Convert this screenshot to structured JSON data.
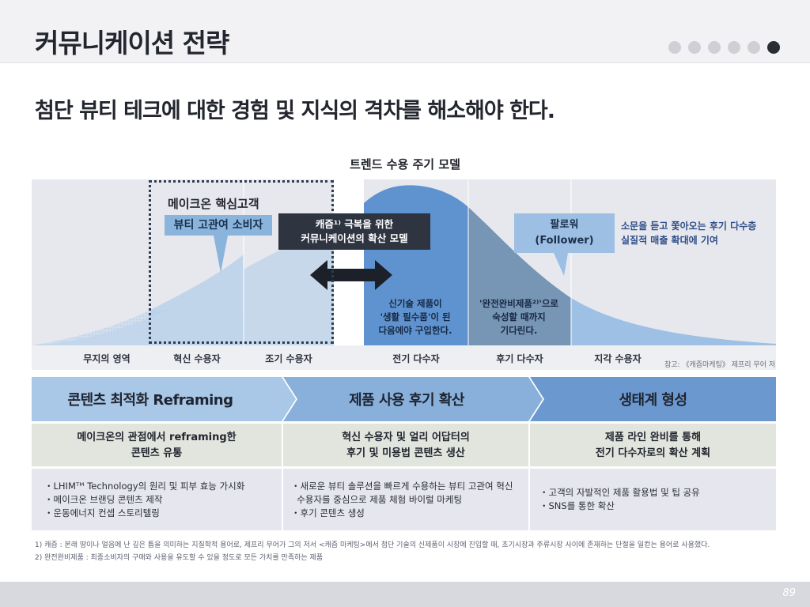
{
  "header": {
    "title": "커뮤니케이션 전략",
    "dots": [
      0,
      0,
      0,
      0,
      0,
      1
    ]
  },
  "subtitle": "첨단 뷰티 테크에 대한 경험 및 지식의 격차를 해소해야 한다.",
  "chart": {
    "title": "트렌드 수용 주기 모델",
    "categories": [
      "무지의 영역",
      "혁신 수용자",
      "조기 수용자",
      "전기 다수자",
      "후기 다수자",
      "지각 수용자"
    ],
    "source": "참고: 《캐즘마케팅》 제프리 무어 저",
    "core_title": "메이크온 핵심고객",
    "core_label": "뷰티 고관여 소비자",
    "chasm_line1": "캐즘¹⁾ 극복을 위한",
    "chasm_line2": "커뮤니케이션의 확산 모델",
    "follower_line1": "팔로워",
    "follower_line2": "(Follower)",
    "follower_note_line1": "소문을 듣고 쫓아오는 후기 다수층",
    "follower_note_line2": "실질적 매출 확대에 기여",
    "early_majority_lines": [
      "신기술 제품이",
      "'생활 필수품'이 된",
      "다음에야 구입한다."
    ],
    "late_majority_lines": [
      "'완전완비제품²⁾'으로",
      "숙성할 때까지",
      "기다린다."
    ],
    "colors": {
      "background": "#e7e8ee",
      "innovator": "#c3d6ea",
      "early": "#8eb4d9",
      "majority": "#6a9bd2",
      "late": "#9ebad3",
      "dark": "#2e3440"
    }
  },
  "stages": [
    {
      "label": "콘텐츠 최적화 Reframing",
      "color": "#a9c7e6"
    },
    {
      "label": "제품 사용 후기 확산",
      "color": "#89b0db"
    },
    {
      "label": "생태계 형성",
      "color": "#6b98cf"
    }
  ],
  "summary": [
    {
      "line1": "메이크온의 관점에서 reframing한",
      "line2": "콘텐츠 유통"
    },
    {
      "line1": "혁신 수용자 및 얼리 어답터의",
      "line2": "후기 및 미용법 콘텐츠 생산"
    },
    {
      "line1": "제품 라인 완비를 통해",
      "line2": "전기 다수자로의 확산 계획"
    }
  ],
  "details": [
    [
      "・LHIMᵀᴹ Technology의 원리 및 피부 효능 가시화",
      "・메이크온 브랜딩 콘텐츠 제작",
      "・운동에너지 컨셉 스토리텔링"
    ],
    [
      "・새로운 뷰티 솔루션을 빠르게 수용하는 뷰티 고관여 혁신",
      "  수용자를 중심으로 제품 체험 바이럴 마케팅",
      "・후기 콘텐츠 생성"
    ],
    [
      "・고객의 자발적인 제품 활용법 및 팁 공유",
      "・SNS를 통한 확산"
    ]
  ],
  "footnotes": [
    "1) 캐즘 : 본래 땅이나 얼음에 난 깊은 틈을 의미하는 지질학적 용어로, 제프리 무어가 그의 저서 <캐즘 마케팅>에서 첨단 기술의 신제품이 시장에 진입할 때, 초기시장과 주류시장 사이에 존재하는 단절을 일컫는 용어로 사용했다.",
    "2) 완전완비제품 : 최종소비자의 구매와 사용을 유도할 수 있을 정도로 모든 가치를 만족하는 제품"
  ],
  "page_number": "89"
}
